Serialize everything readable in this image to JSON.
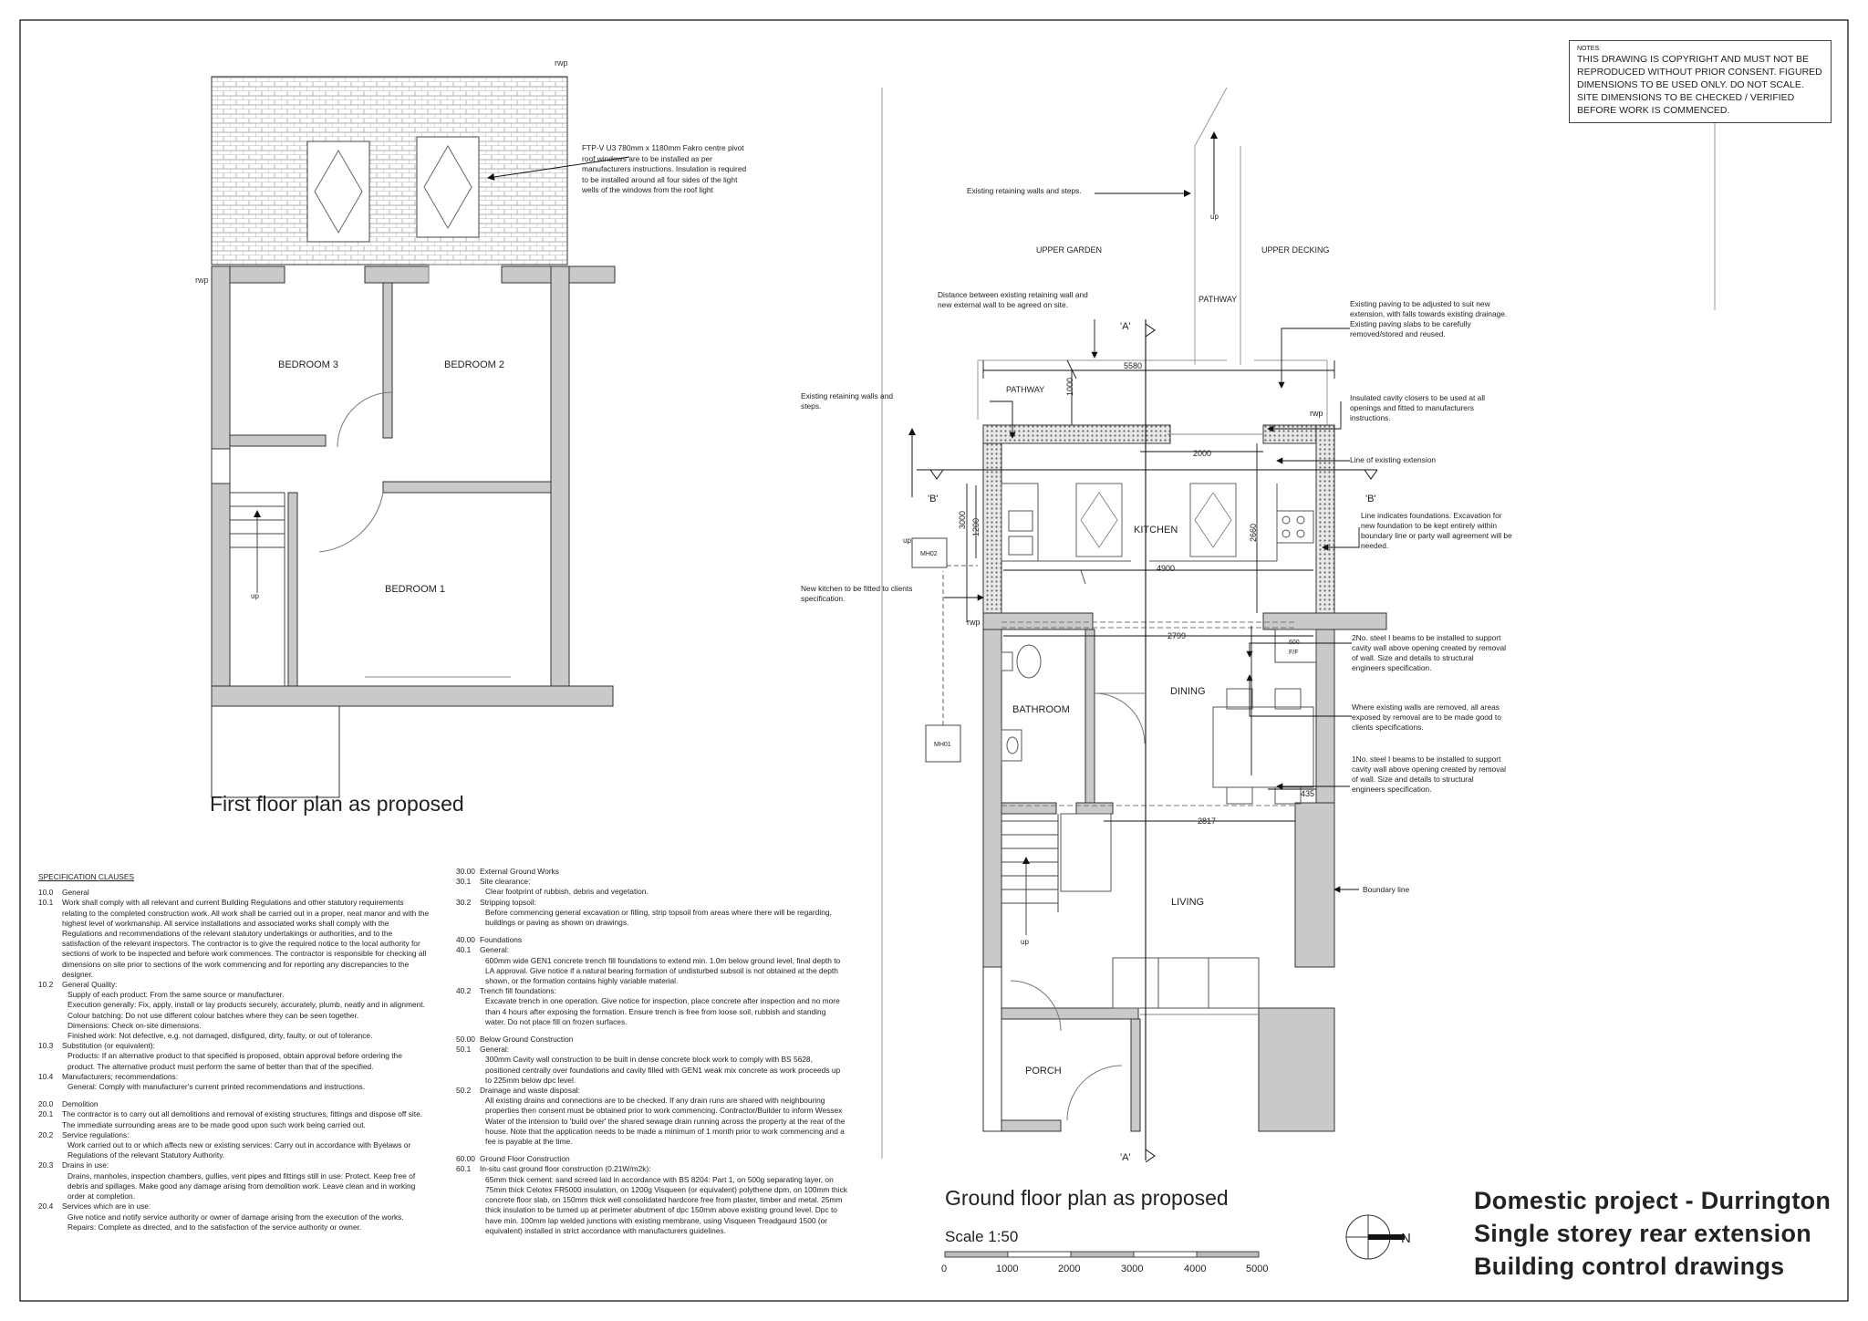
{
  "notes": {
    "heading": "NOTES:",
    "body": "THIS DRAWING IS COPYRIGHT AND MUST NOT BE REPRODUCED WITHOUT PRIOR CONSENT. FIGURED DIMENSIONS TO BE USED ONLY. DO NOT SCALE. SITE DIMENSIONS TO BE CHECKED / VERIFIED BEFORE WORK IS COMMENCED."
  },
  "first_floor": {
    "title": "First floor plan as proposed",
    "rooms": {
      "bedroom3": "BEDROOM 3",
      "bedroom2": "BEDROOM 2",
      "bedroom1": "BEDROOM 1"
    },
    "rwp_top": "rwp",
    "rwp_left": "rwp",
    "stair_up": "up",
    "roof_window_note": "FTP-V U3 780mm x 1180mm Fakro centre pivot roof windows are to be installed as per manufacturers instructions. Insulation is required to be installed around all four sides of the light wells of the windows from the roof light"
  },
  "ground_floor": {
    "title": "Ground floor plan as proposed",
    "scale_label": "Scale 1:50",
    "scale_ticks": [
      "0",
      "1000",
      "2000",
      "3000",
      "4000",
      "5000"
    ],
    "north": "N",
    "areas": {
      "upper_garden": "UPPER GARDEN",
      "upper_decking": "UPPER DECKING",
      "pathway_right": "PATHWAY",
      "pathway_left": "PATHWAY",
      "kitchen": "KITCHEN",
      "bathroom": "BATHROOM",
      "dining": "DINING",
      "living": "LIVING",
      "porch": "PORCH"
    },
    "up_labels": {
      "steps": "up",
      "left": "up",
      "stairs": "up"
    },
    "rwp_labels": {
      "top": "rwp",
      "bottom": "rwp"
    },
    "manholes": {
      "mh02": "MH02",
      "mh01": "MH01"
    },
    "ff_box": [
      "600",
      "F/F"
    ],
    "section_markers": {
      "a_top": "'A'",
      "a_bottom": "'A'",
      "b_left": "'B'",
      "b_right": "'B'"
    },
    "dimensions": {
      "d5580": "5580",
      "d1000": "1000",
      "d2000": "2000",
      "d3000": "3000",
      "d1200": "1200",
      "d2660": "2660",
      "d4900": "4900",
      "d2799": "2799",
      "d2817": "2817",
      "d435": "435"
    },
    "annotations": {
      "retaining_top": "Existing retaining walls and steps.",
      "distance_wall": "Distance between existing retaining wall and new external wall to be agreed on site.",
      "retaining_left": "Existing retaining walls and steps.",
      "new_kitchen": "New kitchen to be fitted to clients specification.",
      "paving": "Existing paving to be adjusted to suit new extension, with falls towards existing drainage. Existing paving slabs to be carefully removed/stored and reused.",
      "closers": "Insulated cavity closers to be used at all openings and fitted to manufacturers instructions.",
      "line_existing": "Line of existing extension",
      "foundations": "Line indicates foundations. Excavation for new foundation to be kept entirely within boundary line or party wall agreement will be needed.",
      "beams2": "2No. steel I beams to be installed to support cavity wall above opening created by removal of wall. Size and details to structural engineers specification.",
      "walls_removed": "Where existing walls are removed, all areas exposed by removal are to be made good to clients specifications.",
      "beam1": "1No. steel I beams to be installed to support cavity wall above opening created by removal of wall. Size and details to structural engineers specification.",
      "boundary": "Boundary line"
    }
  },
  "title_block": {
    "line1": "Domestic project - Durrington",
    "line2": "Single storey rear extension",
    "line3": "Building control drawings"
  },
  "spec": {
    "heading": "SPECIFICATION CLAUSES",
    "col1": [
      {
        "n": "10.0",
        "t": "General"
      },
      {
        "n": "10.1",
        "t": " Work shall comply with all relevant and current Building Regulations and other statutory requirements relating to the completed construction work. All work shall be carried out in a proper, neat manor and with the highest level of workmanship. All service installations and associated works shall comply with the Regulations and recommendations of the relevant statutory undertakings or authorities, and to the satisfaction of the relevant inspectors. The contractor is to give the required notice to the local authority for sections of work to be inspected and before work commences. The contractor is responsible for checking all dimensions on site prior to sections of the work commencing and for reporting any discrepancies to the designer."
      },
      {
        "n": "10.2",
        "t": "General Quality:"
      },
      {
        "n": "",
        "t": "Supply of each product: From the same source or manufacturer."
      },
      {
        "n": "",
        "t": "Execution generally: Fix, apply, install or lay products securely, accurately, plumb, neatly and in alignment."
      },
      {
        "n": "",
        "t": "Colour batching: Do not use different colour batches where they can be seen together."
      },
      {
        "n": "",
        "t": "Dimensions: Check on-site dimensions."
      },
      {
        "n": "",
        "t": "Finished work: Not defective, e.g. not damaged, disfigured, dirty, faulty, or out of tolerance."
      },
      {
        "n": "10.3",
        "t": "Substitution (or equivalent):"
      },
      {
        "n": "",
        "t": "Products: If an alternative product to that specified is proposed, obtain approval before ordering the product. The alternative product must perform the same of better than that of the specified."
      },
      {
        "n": "10.4",
        "t": "Manufacturers; recommendations:"
      },
      {
        "n": "",
        "t": "General: Comply with manufacturer's current printed recommendations and instructions."
      },
      {
        "n": "gap",
        "t": ""
      },
      {
        "n": "20.0",
        "t": "Demolition"
      },
      {
        "n": "20.1",
        "t": "The contractor is to carry out all demolitions and removal of existing structures, fittings and dispose off site. The immediate surrounding areas are to be made good upon such work being carried out."
      },
      {
        "n": "20.2",
        "t": "Service regulations:"
      },
      {
        "n": "",
        "t": "Work carried out to or which affects new or existing services: Carry out in accordance with Byelaws or Regulations of the relevant Statutory Authority."
      },
      {
        "n": "20.3",
        "t": "Drains in use:"
      },
      {
        "n": "",
        "t": "Drains, manholes, inspection chambers, gullies, vent pipes and fittings still in use: Protect. Keep free of debris and spillages. Make good any damage arising from demolition work. Leave clean and in working order at completion."
      },
      {
        "n": "20.4",
        "t": "Services which are in use:"
      },
      {
        "n": "",
        "t": "Give notice and notify service authority or owner of damage arising from the execution of the works. Repairs: Complete as directed, and to the satisfaction of the service authority or owner."
      }
    ],
    "col2": [
      {
        "n": "30.00",
        "t": "External Ground Works"
      },
      {
        "n": "30.1",
        "t": "Site clearance:"
      },
      {
        "n": "",
        "t": "Clear footprint of rubbish, debris and vegetation."
      },
      {
        "n": "30.2",
        "t": "Stripping topsoil:"
      },
      {
        "n": "",
        "t": "Before commencing general excavation or filling, strip topsoil from areas where there will be regarding, buildings or paving as shown on drawings."
      },
      {
        "n": "gap",
        "t": ""
      },
      {
        "n": "40.00",
        "t": "Foundations"
      },
      {
        "n": "40.1",
        "t": "General:"
      },
      {
        "n": "",
        "t": "600mm wide GEN1 concrete trench fill foundations to extend min. 1.0m below ground level, final depth to LA approval. Give notice if a natural bearing formation of undisturbed subsoil is not obtained at the depth shown, or the formation contains highly variable material."
      },
      {
        "n": "40.2",
        "t": "Trench fill foundations:"
      },
      {
        "n": "",
        "t": "Excavate trench in one operation. Give notice for inspection, place concrete after inspection and no more than 4 hours after exposing the formation. Ensure trench is free from loose soil, rubbish and standing water. Do not place fill on frozen surfaces."
      },
      {
        "n": "gap",
        "t": ""
      },
      {
        "n": "50.00",
        "t": "Below Ground Construction"
      },
      {
        "n": "50.1",
        "t": "General:"
      },
      {
        "n": "",
        "t": "300mm Cavity wall construction to be built in dense concrete block work to comply with BS 5628, positioned centrally over foundations and cavity filled with GEN1 weak mix concrete as work proceeds up to 225mm below dpc level."
      },
      {
        "n": "50.2",
        "t": "Drainage and waste disposal:"
      },
      {
        "n": "",
        "t": "All existing drains and connections are to be checked. If any drain runs are shared with neighbouring properties then consent must be obtained prior to work commencing. Contractor/Builder to inform Wessex Water of the intension to 'build over' the shared sewage drain running across the property at the rear of the house. Note that the application needs to be made a minimum of 1 month prior to work commencing and a fee is payable at the time."
      },
      {
        "n": "gap",
        "t": ""
      },
      {
        "n": "60.00",
        "t": "Ground Floor Construction"
      },
      {
        "n": "60.1",
        "t": "In-situ cast ground floor construction (0.21W/m2k):"
      },
      {
        "n": "",
        "t": "65mm thick cement: sand screed laid in accordance with BS 8204: Part 1, on 500g separating layer, on 75mm thick Celotex FR5000 insulation, on 1200g Visqueen (or equivalent) polythene dpm, on 100mm thick concrete floor slab, on 150mm thick well consolidated hardcore free from plaster, timber and metal. 25mm thick insulation to be turned up at perimeter abutment of dpc 150mm above existing ground level. Dpc to have min. 100mm lap welded junctions with existing membrane, using Visqueen Treadgaurd 1500 (or equivalent) installed in strict accordance with manufacturers guidelines."
      }
    ]
  }
}
